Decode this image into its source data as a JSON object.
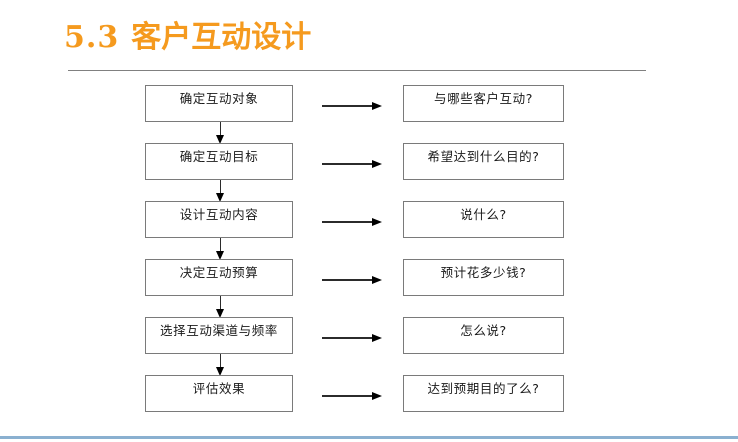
{
  "slide": {
    "background_color": "#FFFFFF",
    "title": {
      "number": "5.3",
      "text": "客户互动设计",
      "color": "#F59A1E"
    },
    "rule_color": "#808080",
    "footer_bar_color": "#8AB0D0"
  },
  "flowchart": {
    "box_border_color": "#7A7A7A",
    "arrow_color": "#000000",
    "rows": [
      {
        "step": "确定互动对象",
        "question": "与哪些客户互动?"
      },
      {
        "step": "确定互动目标",
        "question": "希望达到什么目的?"
      },
      {
        "step": "设计互动内容",
        "question": "说什么?"
      },
      {
        "step": "决定互动预算",
        "question": "预计花多少钱?"
      },
      {
        "step": "选择互动渠道与频率",
        "question": "怎么说?"
      },
      {
        "step": "评估效果",
        "question": "达到预期目的了么?"
      }
    ]
  }
}
